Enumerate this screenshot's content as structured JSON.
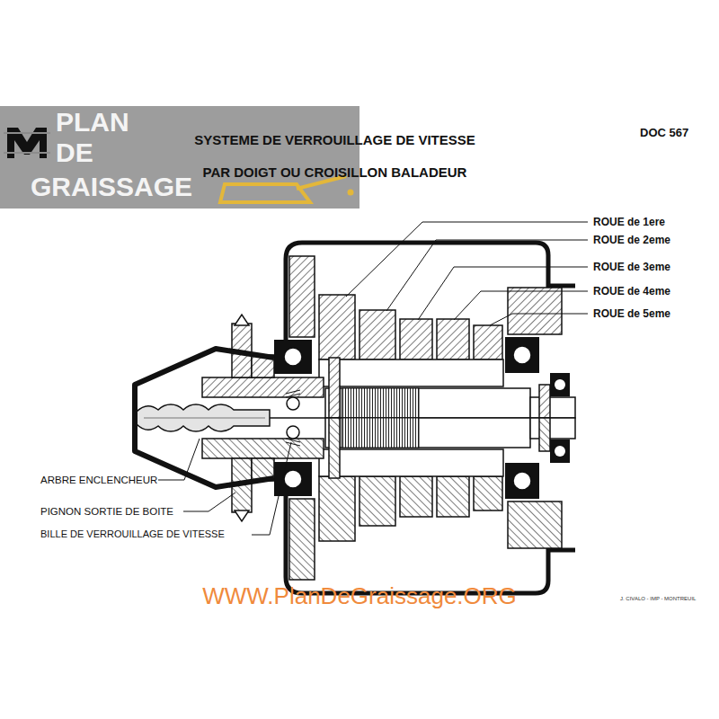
{
  "diagram": {
    "title": "SYSTEME DE VERROUILLAGE DE VITESSE PAR DOIGT OU CROISILLON BALADEUR",
    "labels": [
      "PLAN",
      "DE",
      "GRAISSAGE",
      "DOC 567",
      "ROUE de 1ere",
      "ROUE de 2eme",
      "ROUE de 3eme",
      "ROUE de 4eme",
      "ROUE de 5eme",
      "ARBRE ENCLENCHEUR",
      "PIGNON SORTIE DE BOITE",
      "BILLE DE VERROUILLAGE DE VITESSE",
      "WWW.PlanDeGraissage.ORG",
      "J. CIVALO - IMP - MONTREUIL"
    ]
  }
}
